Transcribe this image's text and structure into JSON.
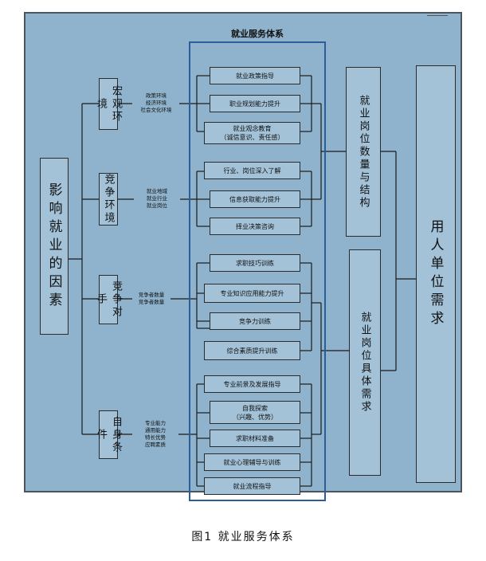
{
  "diagram": {
    "title": "就业服务体系",
    "factors_label": "影响就业的因素",
    "sub_factors": [
      {
        "label": "宏观环境",
        "details": "政策环境\n经济环境\n社会文化环境"
      },
      {
        "label": "竞争环境",
        "details": "就业地域\n就业行业\n就业岗位"
      },
      {
        "label": "竞争对手",
        "details": "竞争者数量\n竞争者数量"
      },
      {
        "label": "自身条件",
        "details": "专业能力\n通用能力\n特长优势\n应聘素质"
      }
    ],
    "services": [
      "就业政策指导",
      "职业规划能力提升",
      "就业观念教育\n（诚信意识、责任感）",
      "行业、岗位深入了解",
      "信息获取能力提升",
      "择业决策咨询",
      "求职技巧训练",
      "专业知识应用能力提升",
      "竞争力训练",
      "综合素质提升训练",
      "专业前景及发展指导",
      "自我探索\n（兴趣、优势）",
      "求职材料准备",
      "就业心理辅导与训练",
      "就业流程指导"
    ],
    "job_quantity_label": "就业岗位数量与结构",
    "job_requirements_label": "就业岗位具体需求",
    "employer_demand_label": "用人单位需求"
  },
  "caption": "图1  就业服务体系"
}
